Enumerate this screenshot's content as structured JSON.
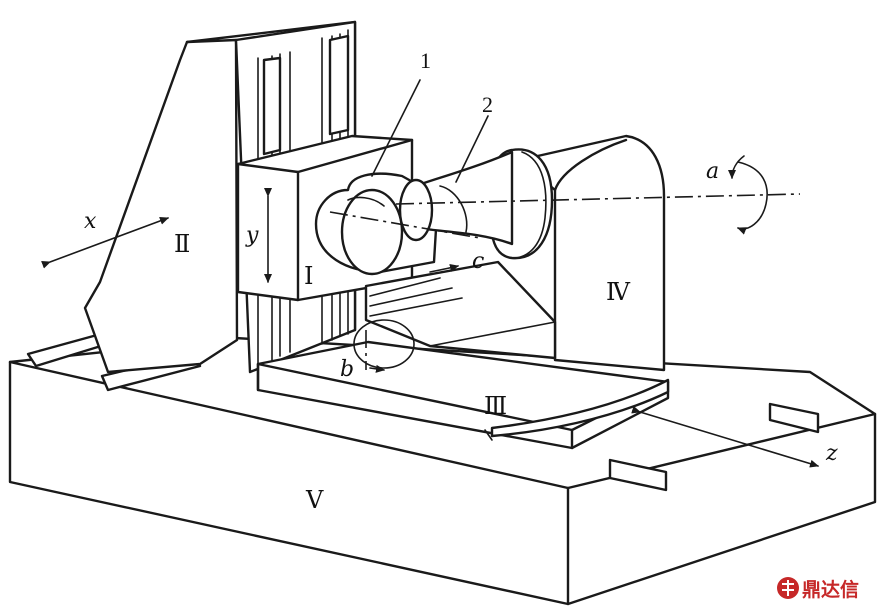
{
  "labels": {
    "part_1": "1",
    "part_2": "2",
    "roman_I": "Ⅰ",
    "roman_II": "Ⅱ",
    "roman_III": "Ⅲ",
    "roman_IV": "Ⅳ",
    "roman_V": "Ⅴ",
    "axis_x": "x",
    "axis_y": "y",
    "axis_z": "z",
    "axis_a": "a",
    "axis_b": "b",
    "axis_c": "c"
  },
  "watermark": {
    "text": "鼎达信"
  },
  "colors": {
    "ink": "#1a1a1a",
    "watermark": "#c62828"
  }
}
